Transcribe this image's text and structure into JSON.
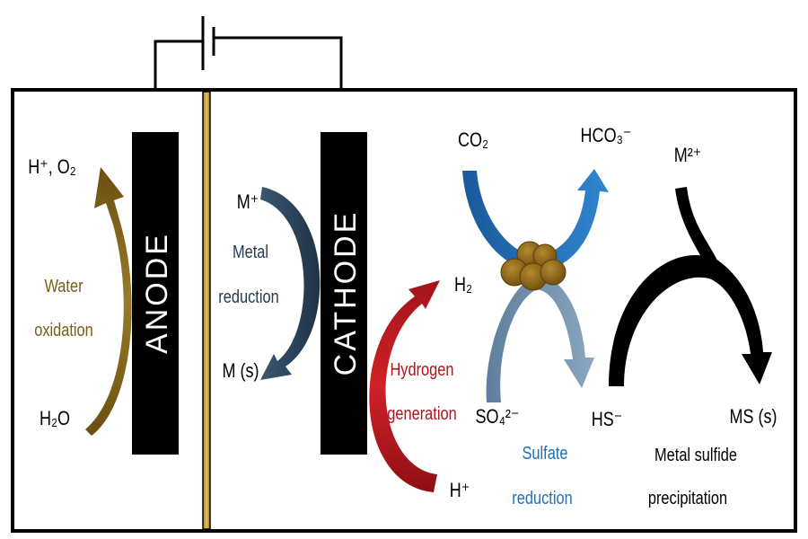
{
  "electrodes": {
    "anode": "ANODE",
    "cathode": "CATHODE"
  },
  "anode_side": {
    "product_label": "H⁺, O₂",
    "process_label_line1": "Water",
    "process_label_line2": "oxidation",
    "reactant_label": "H₂O"
  },
  "metal_reduction": {
    "reactant_label": "M⁺",
    "process_label_line1": "Metal",
    "process_label_line2": "reduction",
    "product_label": "M (s)"
  },
  "hydrogen_generation": {
    "process_label_line1": "Hydrogen",
    "process_label_line2": "generation",
    "reactant_label": "H⁺",
    "product_label": "H₂"
  },
  "sulfate_reduction": {
    "co2_label": "CO₂",
    "hco3_label": "HCO₃⁻",
    "so4_label": "SO₄²⁻",
    "hs_label": "HS⁻",
    "process_label_line1": "Sulfate",
    "process_label_line2": "reduction"
  },
  "metal_sulfide": {
    "metal_ion_label": "M²⁺",
    "product_label": "MS (s)",
    "process_label_line1": "Metal sulfide",
    "process_label_line2": "precipitation"
  },
  "colors": {
    "water_oxidation": "#7a5c12",
    "metal_reduction": "#243a4f",
    "hydrogen_generation": "#b0141a",
    "sulfate_reduction_blue": "#1f6fb8",
    "sulfate_reduction_grey": "#6d8fae",
    "bacteria": "#8a6418",
    "membrane": "#c8a040",
    "precipitation": "#000000"
  }
}
